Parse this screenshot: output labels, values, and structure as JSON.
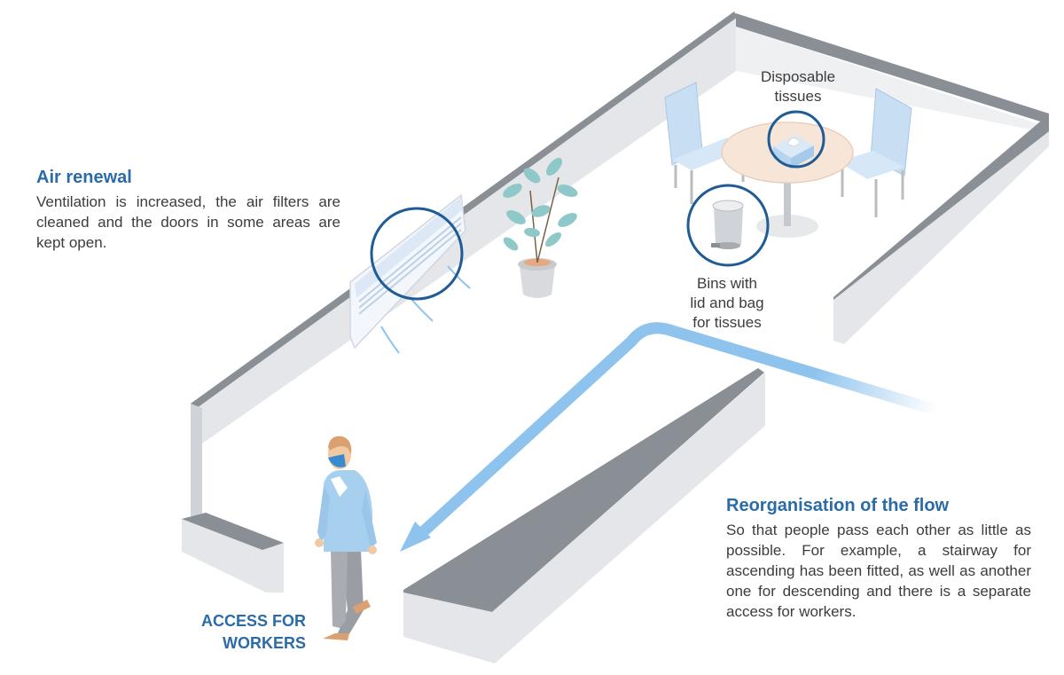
{
  "air_renewal": {
    "title": "Air renewal",
    "body": "Ventilation is increased, the air filters are cleaned and the doors  in some areas are kept open."
  },
  "tissues_label": [
    "Disposable",
    "tissues"
  ],
  "bins_label": [
    "Bins with",
    "lid and bag",
    "for tissues"
  ],
  "flow": {
    "title": "Reorganisation of the flow",
    "body": "So that people pass each other as little as possible. For example, a stairway for ascending has been fitted, as well as another one for descending and there is a separate access for workers."
  },
  "access_label": [
    "ACCESS FOR",
    "WORKERS"
  ],
  "icons": {
    "ac_unit": "air-conditioner-icon",
    "plant": "potted-plant-icon",
    "tissues": "tissue-box-icon",
    "bin": "pedal-bin-icon",
    "person": "masked-worker-icon",
    "flow": "flow-arrow-icon"
  },
  "colors": {
    "accent": "#2a6ba8",
    "arrow": "#8ec3ee",
    "wall_top": "#8a8f95",
    "wall_face": "#e4e6e9"
  }
}
